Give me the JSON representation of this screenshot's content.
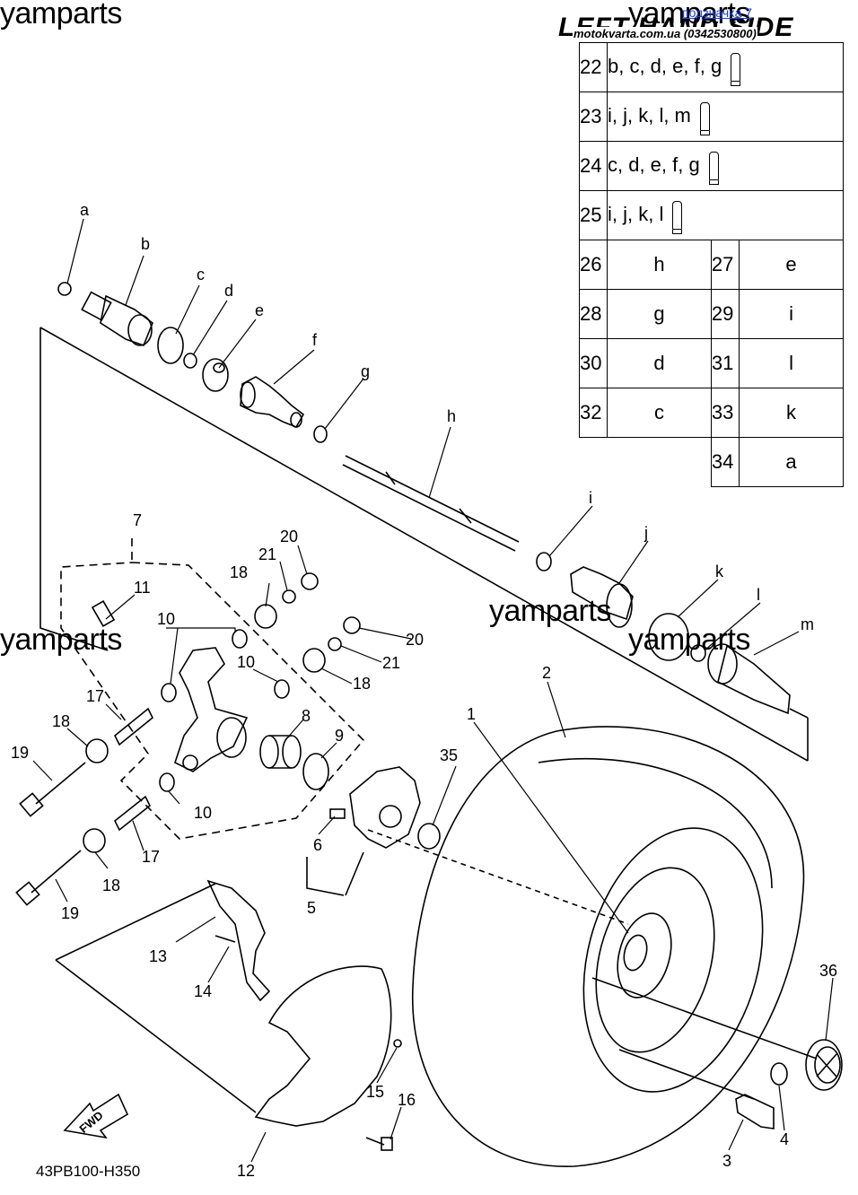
{
  "watermarks": [
    "yamparts",
    "yamparts",
    "yamparts",
    "yamparts",
    "yamparts"
  ],
  "header": {
    "title": "LEFT HAND SIDE",
    "source": "motokvarta.com.ua (0342530800)",
    "link": "подзначка 7"
  },
  "diagram_code": "43PB100-H350",
  "legend": [
    {
      "num": "22",
      "parts": "b, c, d, e, f, g",
      "tube": true
    },
    {
      "num": "23",
      "parts": "i, j, k, l, m",
      "tube": true
    },
    {
      "num": "24",
      "parts": "c, d, e, f, g",
      "tube": true
    },
    {
      "num": "25",
      "parts": "i, j, k, l",
      "tube": true
    },
    {
      "num": "26",
      "parts": "h",
      "num2": "27",
      "parts2": "e"
    },
    {
      "num": "28",
      "parts": "g",
      "num2": "29",
      "parts2": "i"
    },
    {
      "num": "30",
      "parts": "d",
      "num2": "31",
      "parts2": "l"
    },
    {
      "num": "32",
      "parts": "c",
      "num2": "33",
      "parts2": "k"
    },
    {
      "num2": "34",
      "parts2": "a"
    }
  ],
  "callouts": {
    "a": "a",
    "b": "b",
    "c": "c",
    "d": "d",
    "e": "e",
    "f": "f",
    "g": "g",
    "h": "h",
    "i": "i",
    "j": "j",
    "k": "k",
    "l": "l",
    "m": "m",
    "n1": "1",
    "n2": "2",
    "n3": "3",
    "n4": "4",
    "n5": "5",
    "n6": "6",
    "n7": "7",
    "n8": "8",
    "n9": "9",
    "n10a": "10",
    "n10b": "10",
    "n10c": "10",
    "n11": "11",
    "n12": "12",
    "n13": "13",
    "n14": "14",
    "n15": "15",
    "n16": "16",
    "n17a": "17",
    "n17b": "17",
    "n18a": "18",
    "n18b": "18",
    "n18c": "18",
    "n18d": "18",
    "n19a": "19",
    "n19b": "19",
    "n20a": "20",
    "n20b": "20",
    "n21a": "21",
    "n21b": "21",
    "n35": "35",
    "n36": "36"
  },
  "icons": {
    "fwd_arrow": "FWD"
  }
}
